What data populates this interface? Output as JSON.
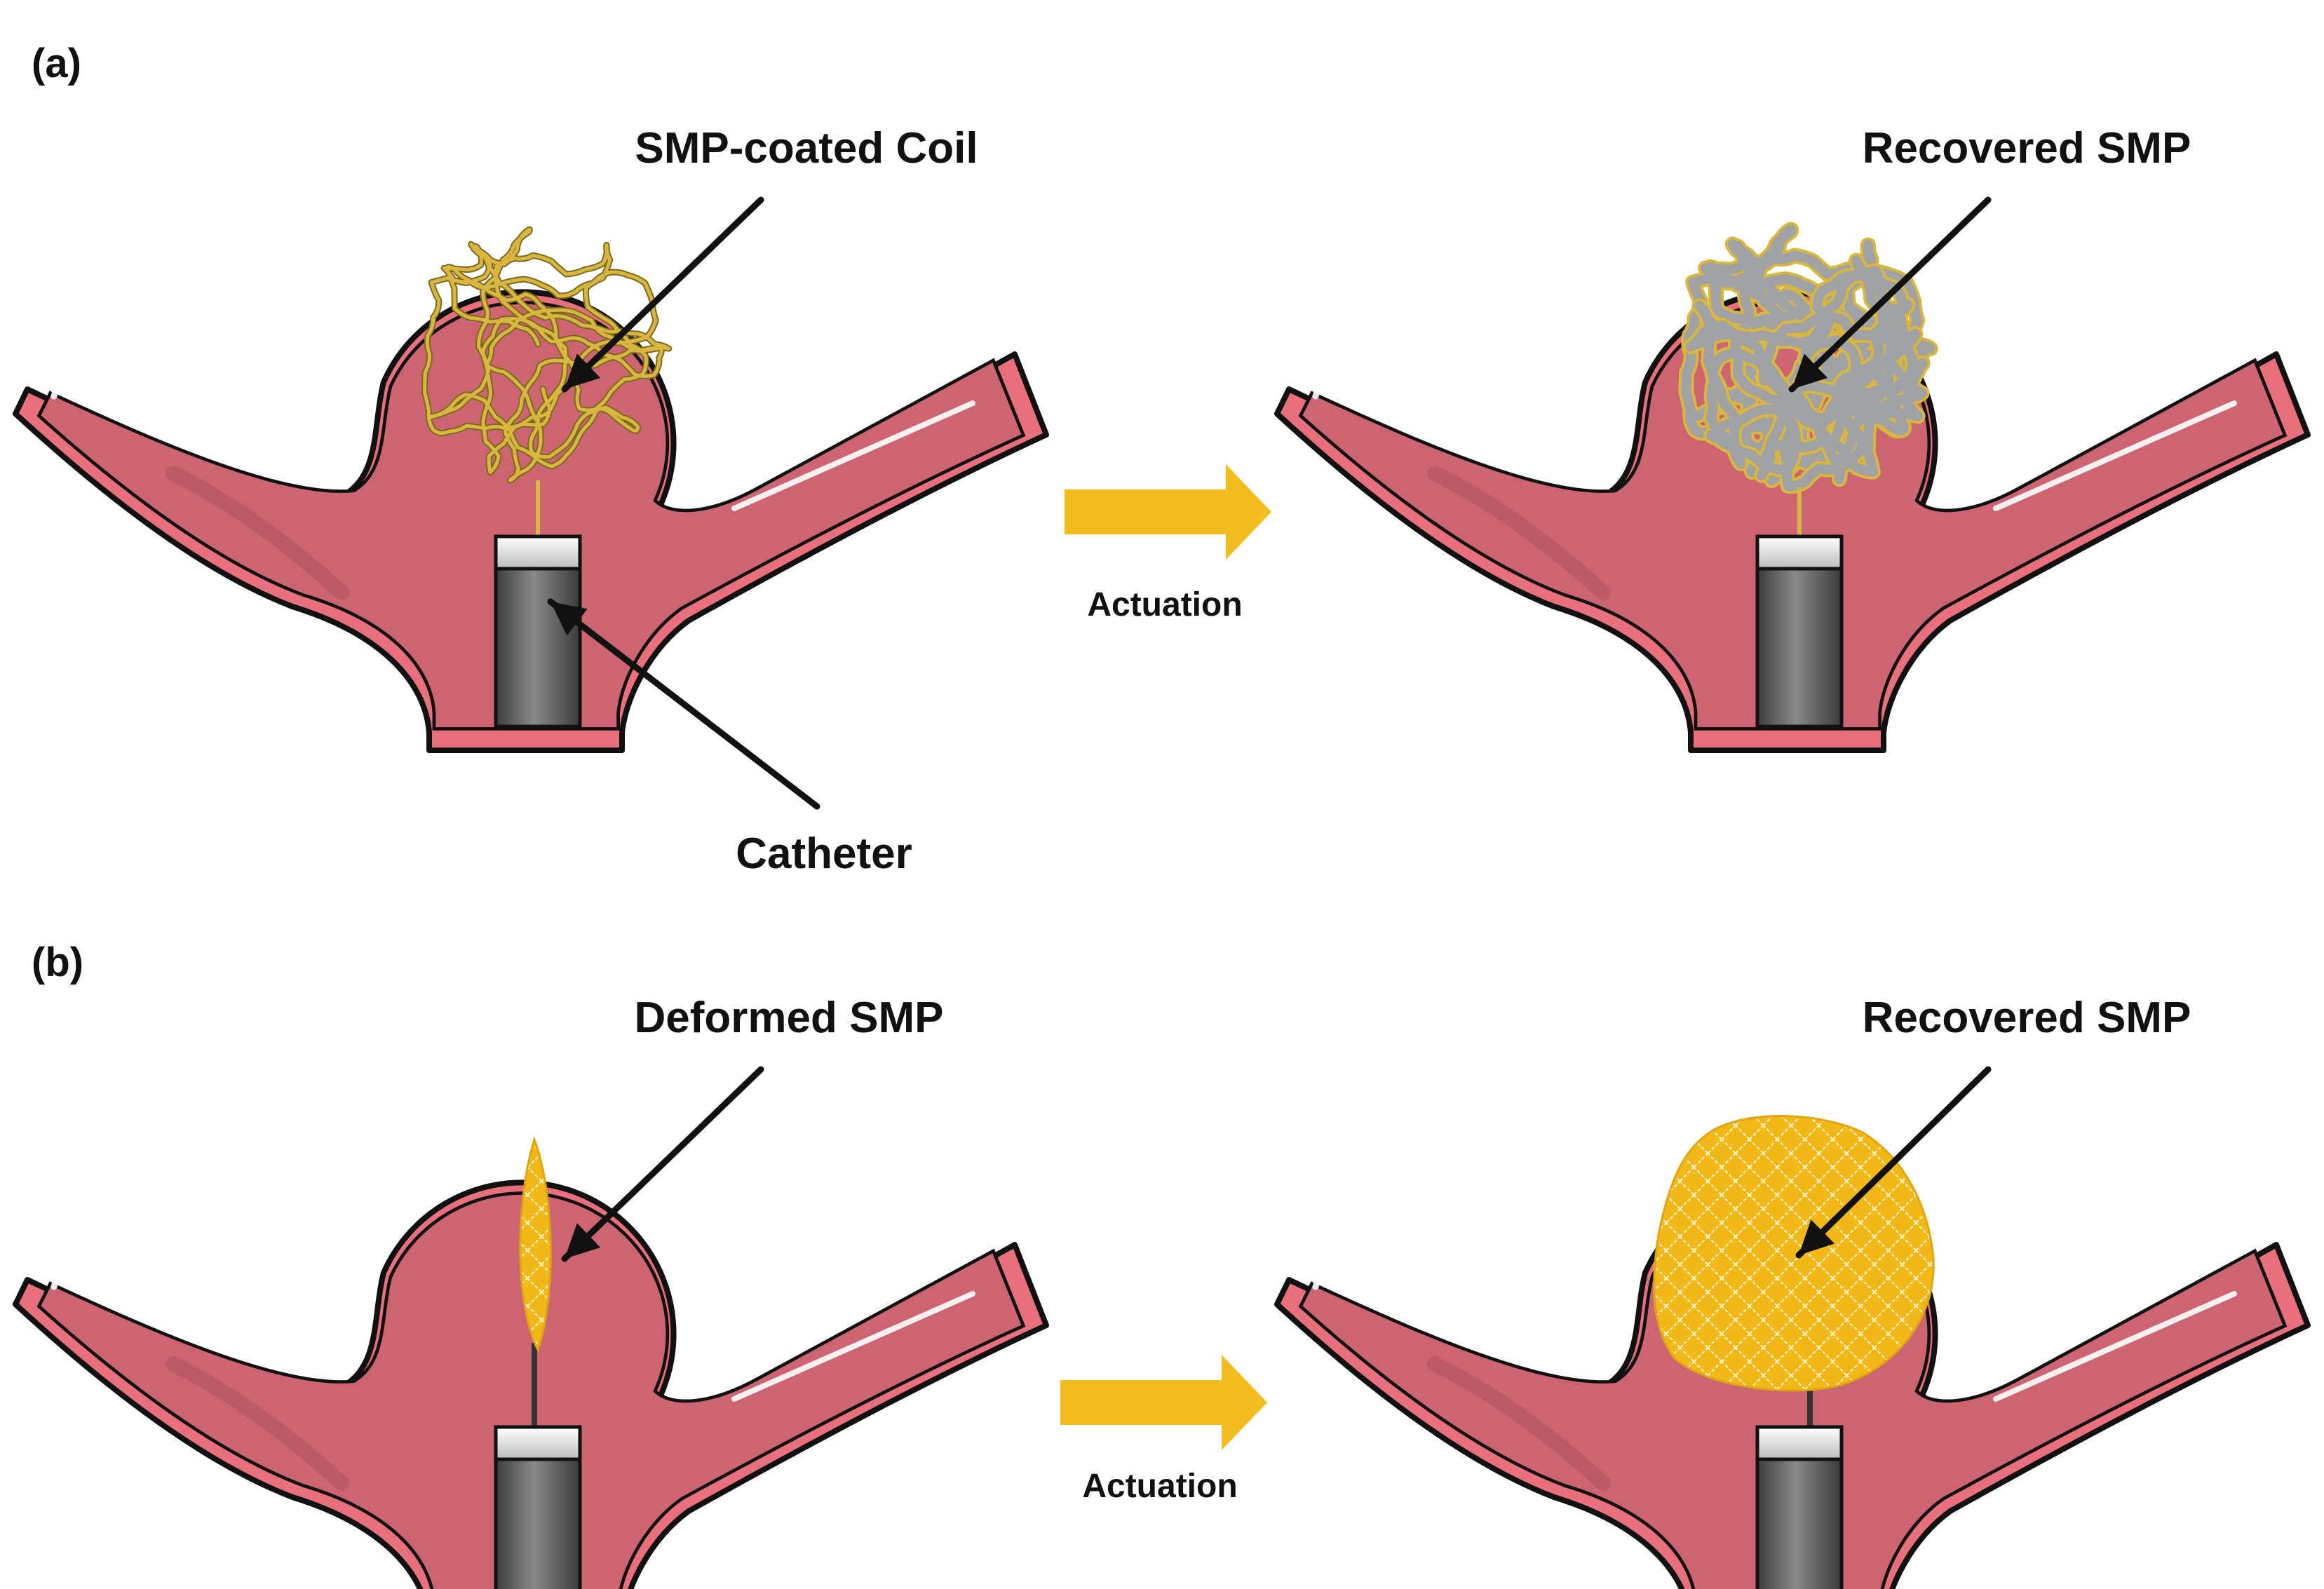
{
  "panels": [
    {
      "tag": "(a)",
      "before_label": "SMP-coated Coil",
      "after_label": "Recovered SMP",
      "catheter_label": "Catheter",
      "arrow_label": "Actuation"
    },
    {
      "tag": "(b)",
      "before_label": "Deformed SMP",
      "after_label": "Recovered SMP",
      "arrow_label": "Actuation"
    }
  ],
  "colors": {
    "vessel_fill": "#cd6471",
    "vessel_wall": "#e8707c",
    "outline": "#111111",
    "coil_yellow": "#d8b640",
    "coil_gray": "#a0a2a4",
    "smp_yellow": "#f2b818",
    "catheter_body": "#5a5a5a",
    "catheter_tip": "#f2f2f2",
    "arrow_fill": "#f2bd1e"
  }
}
